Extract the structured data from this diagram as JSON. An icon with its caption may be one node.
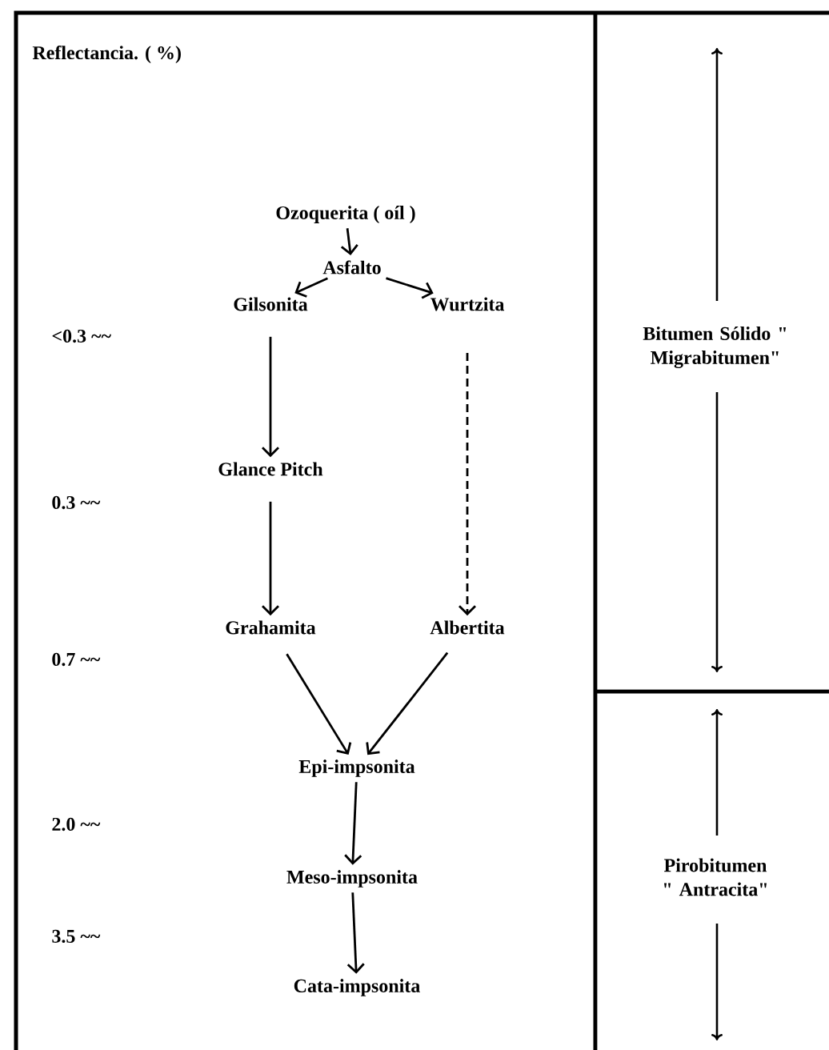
{
  "diagram": {
    "nodes": [
      {
        "text": [
          "Ozoquerita ( oíl )"
        ]
      },
      {
        "text": [
          "Asfalto"
        ]
      },
      {
        "text": [
          "Gilsonita"
        ]
      },
      {
        "text": [
          "Wurtzita"
        ]
      },
      {
        "text": [
          "Glance Pitch"
        ]
      },
      {
        "text": [
          "Grahamita"
        ]
      },
      {
        "text": [
          "Albertita"
        ]
      },
      {
        "text": [
          "Epi-impsonita"
        ]
      },
      {
        "text": [
          "Meso-impsonita"
        ]
      },
      {
        "text": [
          "Cata-impsonita"
        ]
      }
    ],
    "edges": [
      {
        "from": 0,
        "to": 1,
        "arrow": "to"
      },
      {
        "from": 1,
        "to": 2,
        "arrow": "to"
      },
      {
        "from": 1,
        "to": 3,
        "arrow": "to"
      },
      {
        "from": 2,
        "to": 4,
        "arrow": "to"
      },
      {
        "from": 4,
        "to": 5,
        "arrow": "to"
      },
      {
        "from": 3,
        "to": 6,
        "arrow": "to",
        "style": "dashed"
      },
      {
        "from": 5,
        "to": 7,
        "arrow": "to"
      },
      {
        "from": 6,
        "to": 7,
        "arrow": "to"
      },
      {
        "from": 7,
        "to": 8,
        "arrow": "to"
      },
      {
        "from": 8,
        "to": 9,
        "arrow": "to"
      }
    ],
    "labels": [
      "Reflectancia. ( %)",
      "<0.3 ~~",
      "0.3 ~~",
      "0.7 ~~",
      "2.0 ~~",
      "3.5 ~~",
      "Bitumen Sólido \" Migrabitumen\"",
      "Pirobitumen \" Antracita\""
    ]
  }
}
